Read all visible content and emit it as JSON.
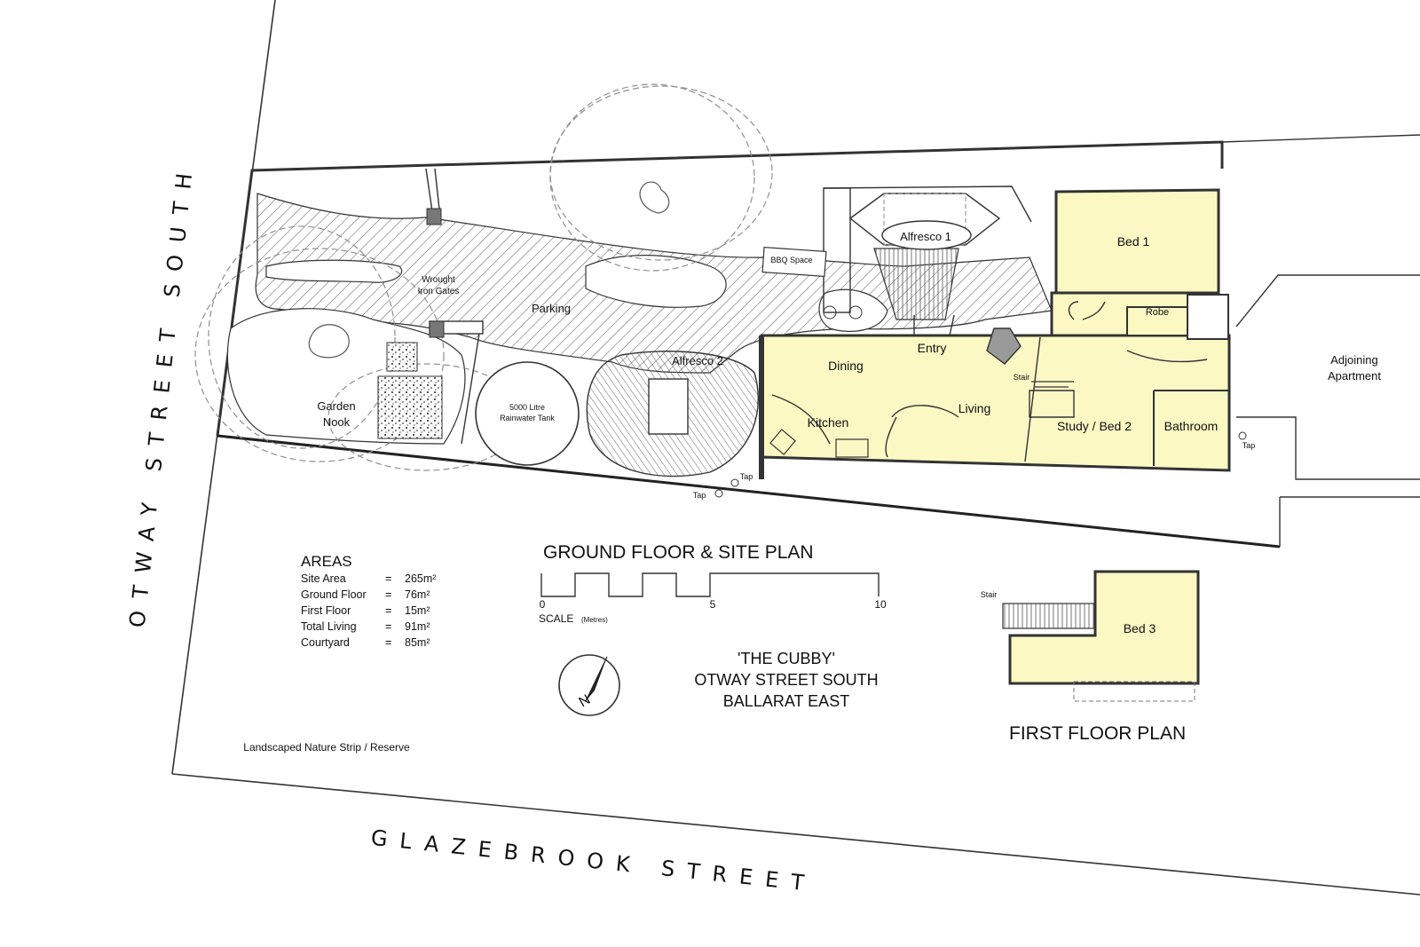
{
  "streets": {
    "west": "OTWAY STREET SOUTH",
    "south": "GLAZEBROOK STREET"
  },
  "rooms": {
    "bed1": "Bed 1",
    "robe": "Robe",
    "dining": "Dining",
    "entry": "Entry",
    "stair": "Stair",
    "living": "Living",
    "kitchen": "Kitchen",
    "study": "Study / Bed 2",
    "bathroom": "Bathroom",
    "bed3": "Bed 3",
    "stair_ff": "Stair"
  },
  "site": {
    "alfresco1": "Alfresco 1",
    "alfresco2": "Alfresco 2",
    "bbq": "BBQ Space",
    "parking": "Parking",
    "gates_1": "Wrought",
    "gates_2": "Iron Gates",
    "garden_1": "Garden",
    "garden_2": "Nook",
    "tank_1": "5000 Litre",
    "tank_2": "Rainwater Tank",
    "adjoining_1": "Adjoining",
    "adjoining_2": "Apartment",
    "tap": "Tap",
    "nature_strip": "Landscaped Nature Strip / Reserve"
  },
  "areas": {
    "heading": "AREAS",
    "rows": [
      {
        "label": "Site Area",
        "eq": "=",
        "value": "265m²"
      },
      {
        "label": "Ground Floor",
        "eq": "=",
        "value": "76m²"
      },
      {
        "label": "First Floor",
        "eq": "=",
        "value": "15m²"
      },
      {
        "label": "Total Living",
        "eq": "=",
        "value": "91m²"
      },
      {
        "label": "Courtyard",
        "eq": "=",
        "value": "85m²"
      }
    ]
  },
  "ground_floor_title": "GROUND FLOOR & SITE PLAN",
  "first_floor_title": "FIRST FLOOR PLAN",
  "scale": {
    "ticks": [
      "0",
      "5",
      "10"
    ],
    "label": "SCALE",
    "unit": "(Metres)"
  },
  "north_letter": "N",
  "title_block": {
    "line1": "'THE CUBBY'",
    "line2": "OTWAY STREET SOUTH",
    "line3": "BALLARAT EAST"
  },
  "colors": {
    "room_fill": "#fbf8c4",
    "line": "#333333"
  }
}
